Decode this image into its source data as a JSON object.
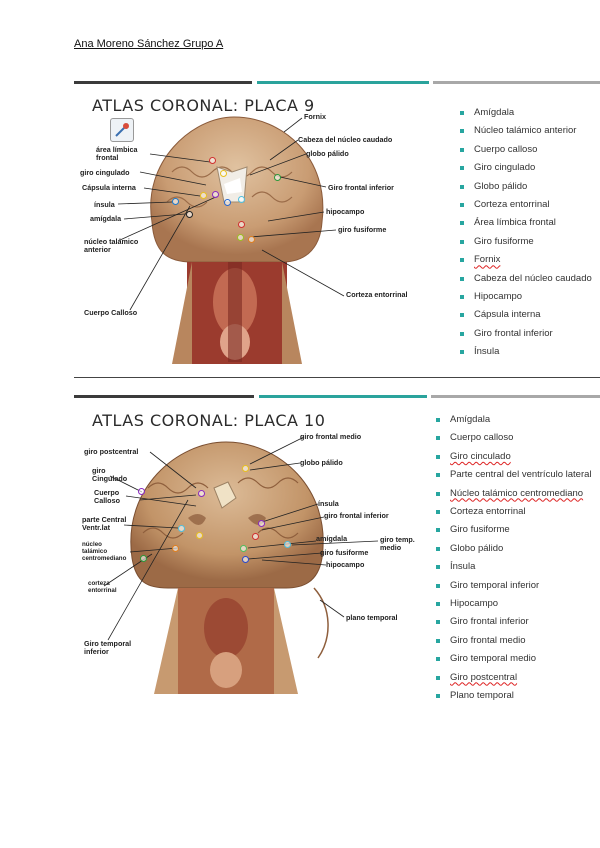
{
  "header": {
    "text": "Ana Moreno Sánchez Grupo A"
  },
  "colors": {
    "bar_dark": "#3b3b3b",
    "bar_teal": "#2aa39c",
    "bar_gray": "#a8a8a8",
    "bullet": "#27a6a0",
    "tissue": "#b98a62",
    "cortex": "#d6b48f"
  },
  "plate9": {
    "title": "ATLAS CORONAL: PLACA 9",
    "list": [
      "Amígdala",
      "Núcleo talámico anterior",
      "Cuerpo calloso",
      "Giro cingulado",
      "Globo pálido",
      "Corteza entorrinal",
      "Área límbica frontal",
      "Giro fusiforme",
      "Fornix",
      "Cabeza del núcleo caudado",
      "Hipocampo",
      "Cápsula interna",
      "Giro frontal inferior",
      "Ínsula"
    ],
    "labels": {
      "fornix": "Fornix",
      "caudado": "Cabeza del núcleo caudado",
      "globo": "globo pálido",
      "limbica": "área límbica\nfrontal",
      "cingulado": "giro cingulado",
      "capsula": "Cápsula interna",
      "insula": "ínsula",
      "amigdala": "amígdala",
      "talamico": "núcleo talámico\nanterior",
      "frontal_inf": "Giro frontal inferior",
      "hipocampo": "hipocampo",
      "fusiforme": "giro fusiforme",
      "entorrinal": "Corteza entorrinal",
      "calloso": "Cuerpo Calloso"
    }
  },
  "plate10": {
    "title": "ATLAS CORONAL: PLACA 10",
    "list": [
      "Amígdala",
      "Cuerpo calloso",
      "Giro cinculado",
      "Parte central del ventrículo lateral",
      "Núcleo talámico centromediano",
      "Corteza entorrinal",
      "Giro fusiforme",
      "Globo pálido",
      "Ínsula",
      "Giro temporal inferior",
      "Hipocampo",
      "Giro frontal inferior",
      "Giro frontal medio",
      "Giro temporal medio",
      "Giro postcentral",
      "Plano temporal"
    ],
    "labels": {
      "postcentral": "giro postcentral",
      "frontal_medio": "giro frontal medio",
      "globo": "globo pálido",
      "cingulado": "giro\nCingulado",
      "calloso": "Cuerpo\nCalloso",
      "insula": "ínsula",
      "frontal_inf": "giro frontal inferior",
      "parte_central": "parte Central\nVentr.lat",
      "centromediano": "núcleo\ntalámico\ncentromediano",
      "amigdala": "amígdala",
      "temp_medio": "giro temp.\nmedio",
      "fusiforme": "giro fusiforme",
      "hipocampo": "hipocampo",
      "entorrinal": "corteza\nentorrinal",
      "plano": "plano temporal",
      "temp_inf": "Giro temporal\ninferior"
    }
  }
}
